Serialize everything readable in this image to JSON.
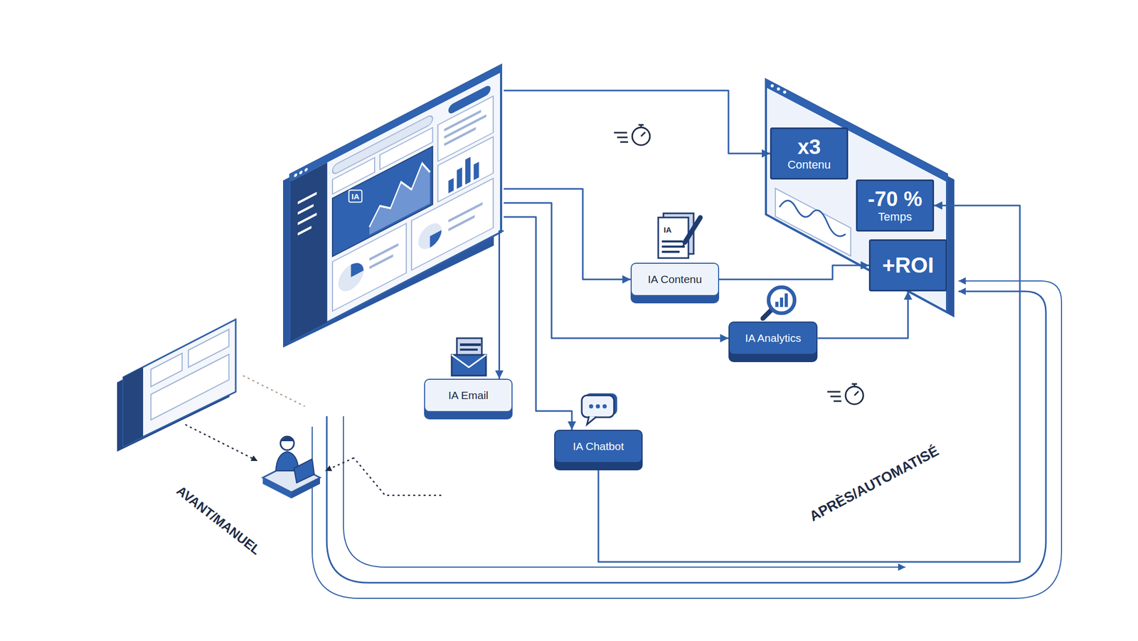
{
  "diagram": {
    "nodes": [
      {
        "text": [
          "IA"
        ]
      },
      {
        "text": [
          "x3",
          "Contenu"
        ]
      },
      {
        "text": [
          "-70 %",
          "Temps"
        ]
      },
      {
        "text": [
          "+ROI"
        ]
      },
      {
        "text": [
          "IA Contenu"
        ]
      },
      {
        "text": [
          "IA Analytics"
        ]
      },
      {
        "text": [
          "IA Email"
        ]
      },
      {
        "text": [
          "IA Chatbot"
        ]
      }
    ],
    "edges": [
      {
        "from": 0,
        "to": 6,
        "arrow": "to"
      },
      {
        "from": 0,
        "to": 7,
        "arrow": "to"
      },
      {
        "from": 0,
        "to": 4,
        "arrow": "to"
      },
      {
        "from": 0,
        "to": 5,
        "arrow": "to"
      },
      {
        "from": 4,
        "to": 3,
        "arrow": "to"
      },
      {
        "from": 5,
        "to": 3,
        "arrow": "to"
      },
      {
        "from": 7,
        "to": 2,
        "arrow": "to"
      },
      {
        "from": 0,
        "to": 1,
        "arrow": "to"
      }
    ],
    "labels": [
      "IA",
      "AVANT/MANUEL",
      "APRÈS/AUTOMATISÉ"
    ]
  }
}
